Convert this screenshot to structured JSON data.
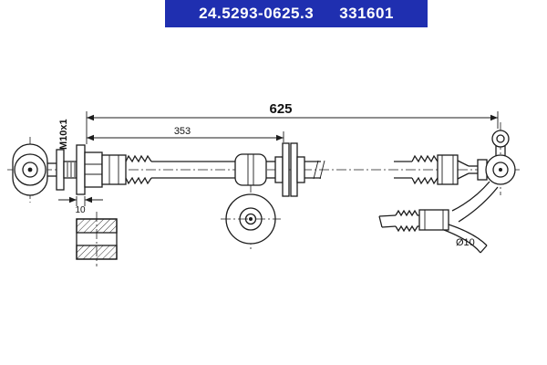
{
  "header": {
    "part_number": "24.5293-0625.3",
    "catalog_number": "331601"
  },
  "labels": {
    "dim_total_length": "625",
    "dim_intermediate_length": "353",
    "thread": "M10x1",
    "dim_fitting_width": "10",
    "hose_diameter": "Ø10"
  },
  "colors": {
    "header_bg": "#1f2fb0",
    "header_text": "#ffffff",
    "line": "#1c1c1c"
  }
}
